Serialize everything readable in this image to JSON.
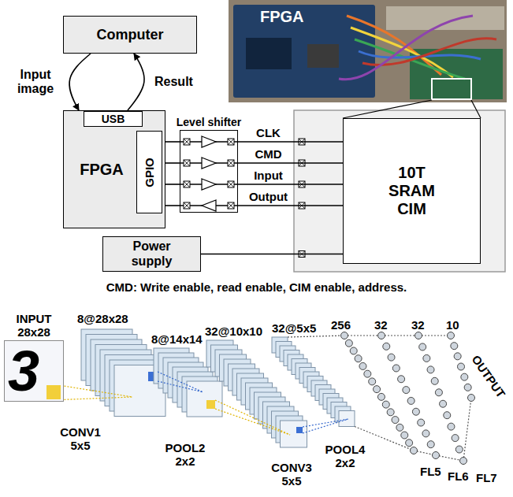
{
  "diagram": {
    "nodes": [
      {
        "text": [
          "Computer"
        ]
      },
      {
        "text": [
          "FPGA"
        ]
      },
      {
        "text": [
          "USB"
        ],
        "in": 1
      },
      {
        "text": [
          "GPIO"
        ],
        "in": 1
      },
      {
        "text": [
          "Level shifter"
        ]
      },
      {
        "text": [
          "10T SRAM CIM"
        ]
      },
      {
        "text": [
          "Power supply"
        ]
      },
      {
        "text": [
          "INPUT 28x28",
          "3"
        ]
      }
    ],
    "edges": [
      {
        "from": 0,
        "to": 1,
        "arrow": "to",
        "label": "Input image"
      },
      {
        "from": 1,
        "to": 0,
        "arrow": "to",
        "label": "Result"
      },
      {
        "from": 3,
        "to": 4,
        "arrow": "none"
      },
      {
        "from": 3,
        "to": 4,
        "arrow": "none"
      },
      {
        "from": 3,
        "to": 4,
        "arrow": "none"
      },
      {
        "from": 3,
        "to": 4,
        "arrow": "none"
      },
      {
        "from": 4,
        "to": 5,
        "arrow": "none",
        "label": "CLK"
      },
      {
        "from": 4,
        "to": 5,
        "arrow": "none",
        "label": "CMD"
      },
      {
        "from": 4,
        "to": 5,
        "arrow": "none",
        "label": "Input"
      },
      {
        "from": 4,
        "to": 5,
        "arrow": "none",
        "label": "Output"
      },
      {
        "from": 6,
        "to": 5,
        "arrow": "none"
      }
    ],
    "labels": [
      "FPGA",
      "CMD: Write enable, read enable, CIM enable, address.",
      "8@28x28",
      "8@14x14",
      "32@10x10",
      "32@5x5",
      "256",
      "32",
      "32",
      "10",
      "OUTPUT",
      "CONV1 5x5",
      "POOL2 2x2",
      "CONV3 5x5",
      "POOL4 2x2",
      "FL5",
      "FL6",
      "FL7"
    ]
  }
}
